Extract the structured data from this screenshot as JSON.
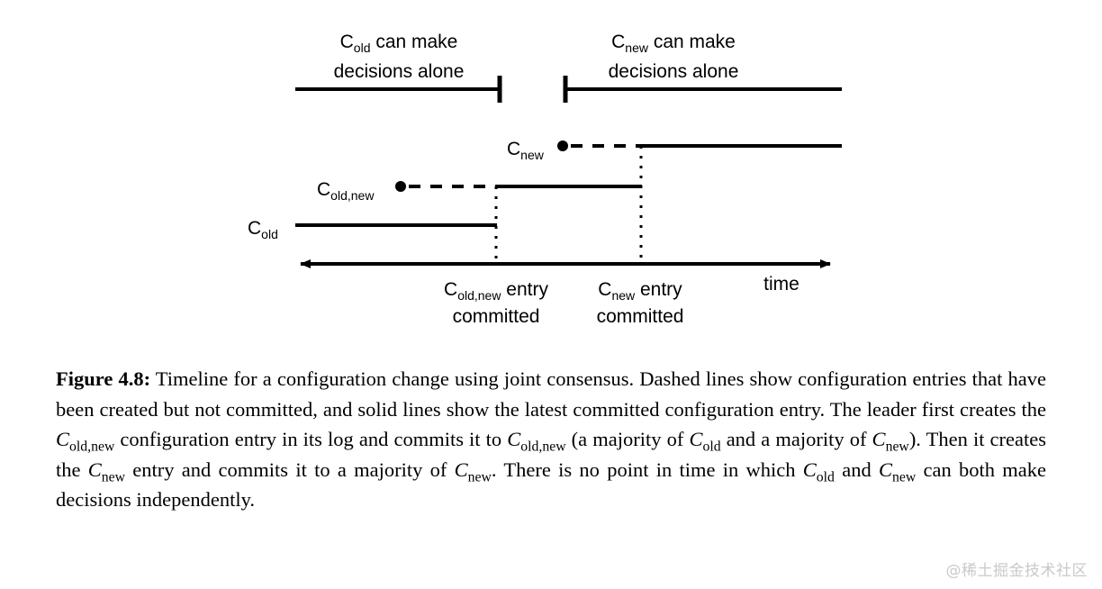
{
  "figure": {
    "diagram": {
      "header_left": {
        "line1_prefix": "C",
        "line1_sub": "old",
        "line1_suffix": " can make",
        "line2": "decisions alone"
      },
      "header_right": {
        "line1_prefix": "C",
        "line1_sub": "new",
        "line1_suffix": " can make",
        "line2": "decisions alone"
      },
      "series_labels": [
        {
          "name": "c-new-label",
          "base": "C",
          "sub": "new"
        },
        {
          "name": "c-old-new-label",
          "base": "C",
          "sub": "old,new"
        },
        {
          "name": "c-old-label",
          "base": "C",
          "sub": "old"
        }
      ],
      "axis_label": "time",
      "event_labels": [
        {
          "name": "c-old-new-committed",
          "line1_base": "C",
          "line1_sub": "old,new",
          "line1_suffix": " entry",
          "line2": "committed"
        },
        {
          "name": "c-new-committed",
          "line1_base": "C",
          "line1_sub": "new",
          "line1_suffix": " entry",
          "line2": "committed"
        }
      ],
      "colors": {
        "ink": "#000000",
        "background": "#ffffff"
      }
    },
    "caption": {
      "label": "Figure 4.8:",
      "text_part_1": " Timeline for a configuration change using joint consensus. Dashed lines show configuration entries that have been created but not committed, and solid lines show the latest committed configuration entry. The leader first creates the ",
      "var_1_base": "C",
      "var_1_sub": "old,new",
      "text_part_2": " configuration entry in its log and commits it to ",
      "var_2_base": "C",
      "var_2_sub": "old,new",
      "text_part_3": " (a majority of ",
      "var_3_base": "C",
      "var_3_sub": "old",
      "text_part_4": " and a majority of ",
      "var_4_base": "C",
      "var_4_sub": "new",
      "text_part_5": "). Then it creates the ",
      "var_5_base": "C",
      "var_5_sub": "new",
      "text_part_6": " entry and commits it to a majority of ",
      "var_6_base": "C",
      "var_6_sub": "new",
      "text_part_7": ". There is no point in time in which ",
      "var_7_base": "C",
      "var_7_sub": "old",
      "text_part_8": " and ",
      "var_8_base": "C",
      "var_8_sub": "new",
      "text_part_9": " can both make decisions independently."
    }
  },
  "watermark": {
    "text": "@稀土掘金技术社区"
  }
}
